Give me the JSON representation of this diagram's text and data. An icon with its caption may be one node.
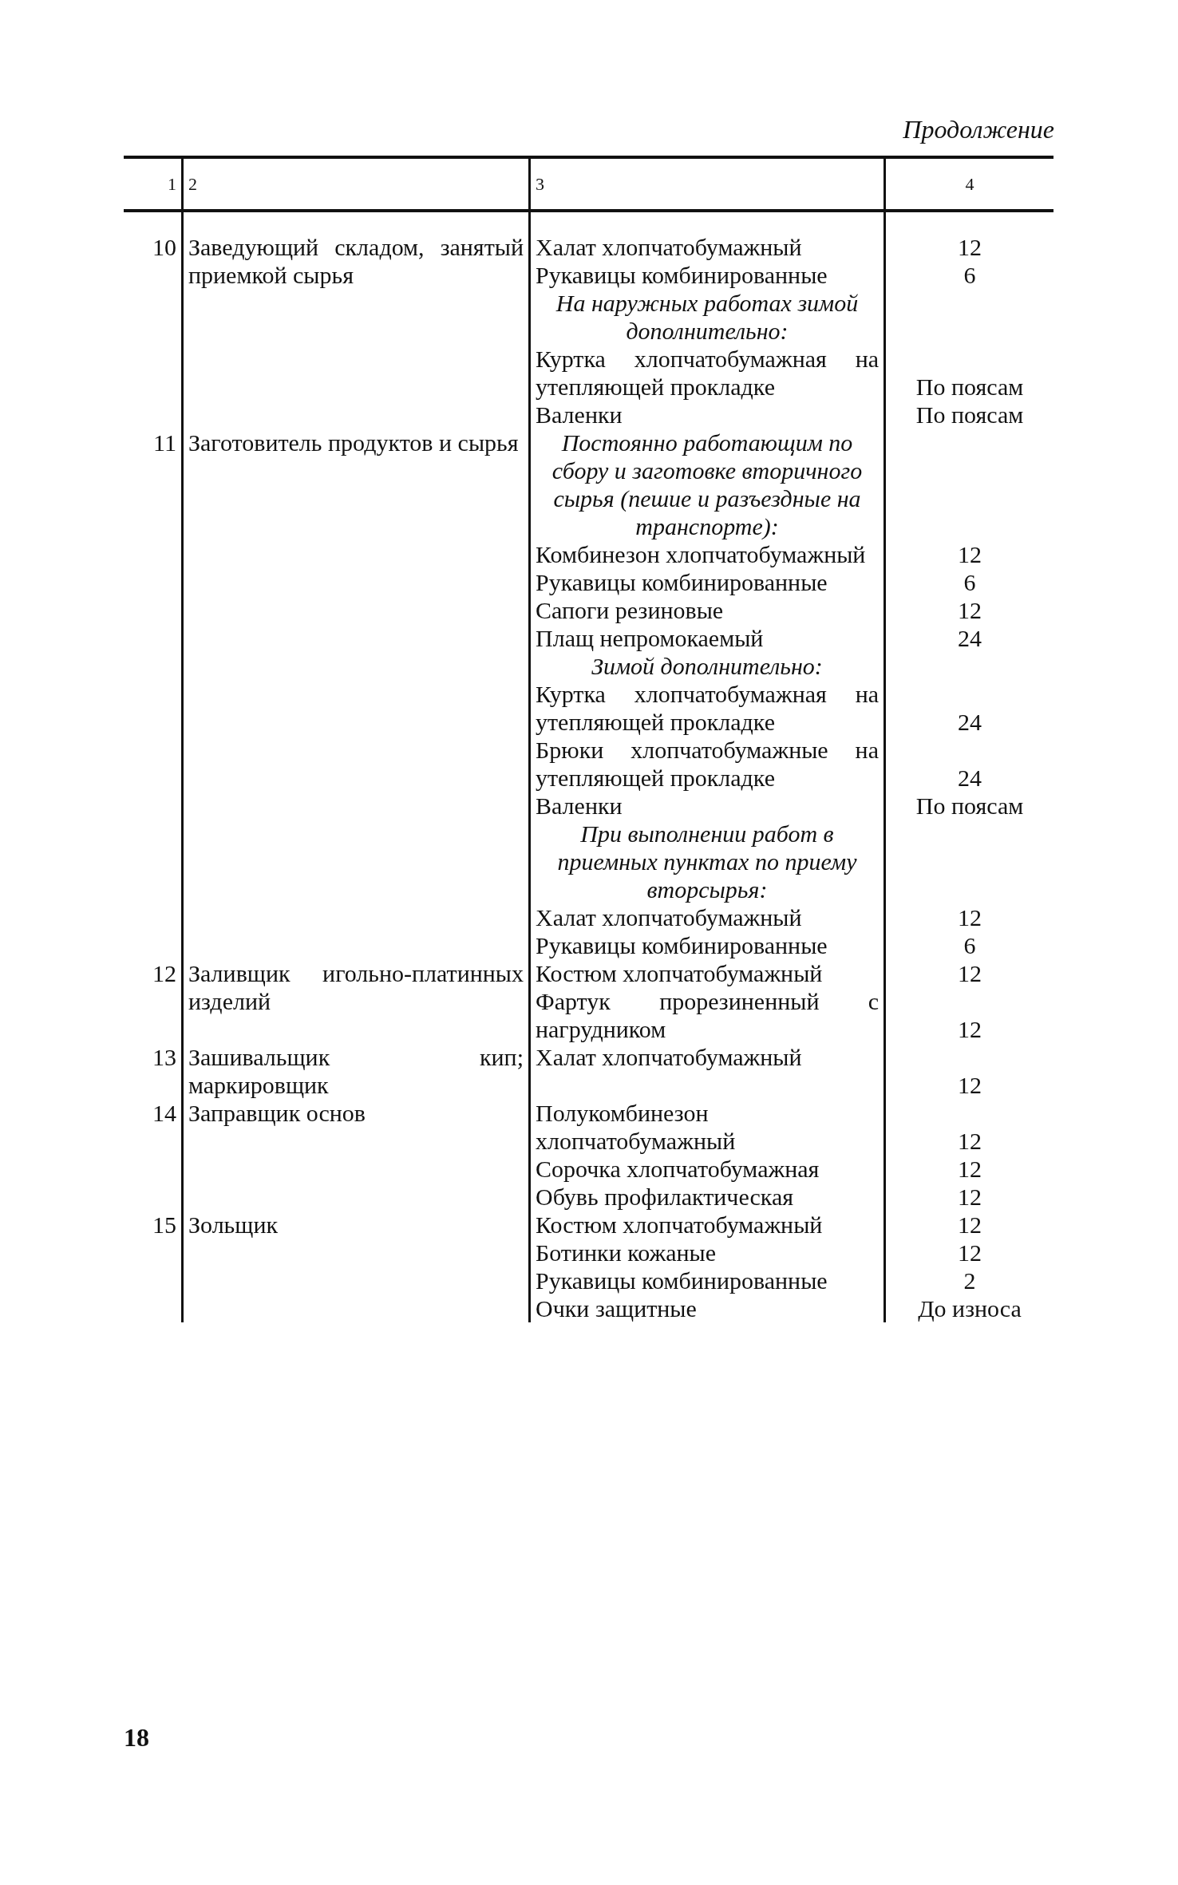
{
  "diagram": {
    "labels": [
      "Продолжение",
      "1",
      "2",
      "3",
      "4",
      "10",
      "Заведующий складом, занятый приемкой сырья",
      "Халат хлопчатобумажный",
      "12",
      "Рукавицы комбинированные",
      "6",
      "На наружных работах зимой дополнительно:",
      "Куртка хлопчатобумажная на утепляющей прокладке",
      "По поясам",
      "Валенки",
      "По поясам",
      "11",
      "Заготовитель продуктов и сырья",
      "Постоянно работающим по сбору и заготовке вторичного сырья (пешие и разъездные на транспорте):",
      "Комбинезон хлопчатобумажный",
      "12",
      "Рукавицы комбинированные",
      "6",
      "Сапоги резиновые",
      "12",
      "Плащ непромокаемый",
      "24",
      "Зимой дополнительно:",
      "Куртка хлопчатобумажная на утепляющей прокладке",
      "24",
      "Брюки хлопчатобумажные на утепляющей прокладке",
      "24",
      "Валенки",
      "По поясам",
      "При выполнении работ в приемных пунктах по приему вторсырья:",
      "Халат хлопчатобумажный",
      "12",
      "Рукавицы комбинированные",
      "6",
      "12",
      "Заливщик игольно-платинных изделий",
      "Костюм хлопчатобумажный",
      "12",
      "Фартук прорезиненный с нагрудником",
      "12",
      "13",
      "Зашивальщик кип; маркировщик",
      "Халат хлопчатобумажный",
      "12",
      "14",
      "Заправщик основ",
      "Полукомбинезон хлопчатобумажный",
      "12",
      "Сорочка хлопчатобумажная",
      "12",
      "Обувь профилактическая",
      "12",
      "15",
      "Зольщик",
      "Костюм хлопчатобумажный",
      "12",
      "Ботинки кожаные",
      "12",
      "Рукавицы комбинированные",
      "2",
      "Очки защитные",
      "До износа",
      "18"
    ]
  }
}
